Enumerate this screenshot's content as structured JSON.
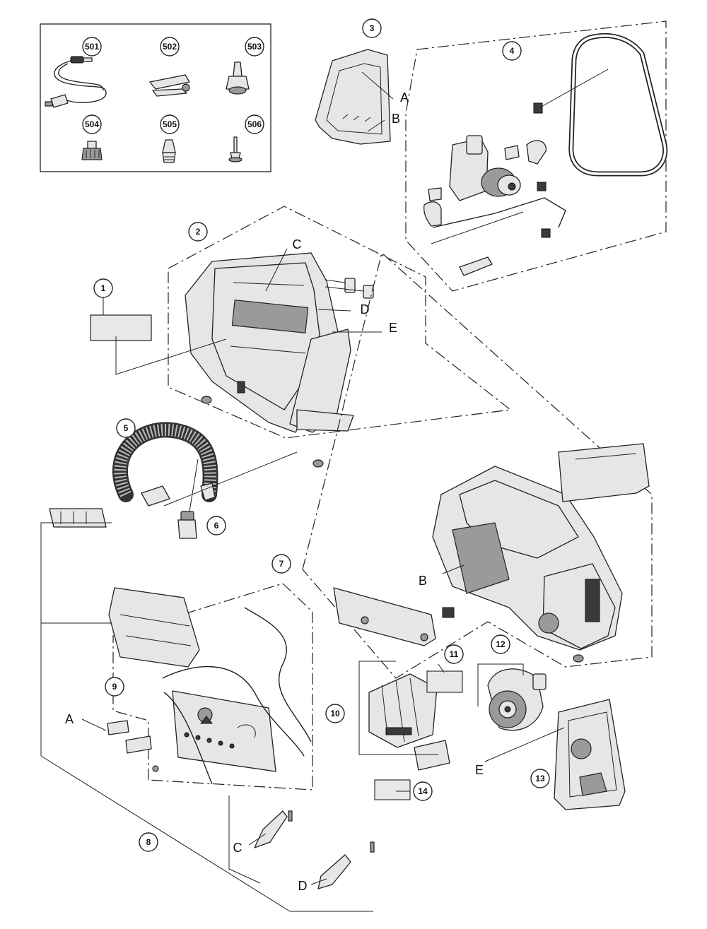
{
  "callouts": {
    "c1": "1",
    "c2": "2",
    "c3": "3",
    "c4": "4",
    "c5": "5",
    "c6": "6",
    "c7": "7",
    "c8": "8",
    "c9": "9",
    "c10": "10",
    "c11": "11",
    "c12": "12",
    "c13": "13",
    "c14": "14",
    "c501": "501",
    "c502": "502",
    "c503": "503",
    "c504": "504",
    "c505": "505",
    "c506": "506"
  },
  "letters": {
    "a_top": "A",
    "b_top": "B",
    "c_top": "C",
    "d_top": "D",
    "e_top": "E",
    "b_mid": "B",
    "a_left": "A",
    "e_right": "E",
    "c_bottom": "C",
    "d_bottom": "D"
  }
}
